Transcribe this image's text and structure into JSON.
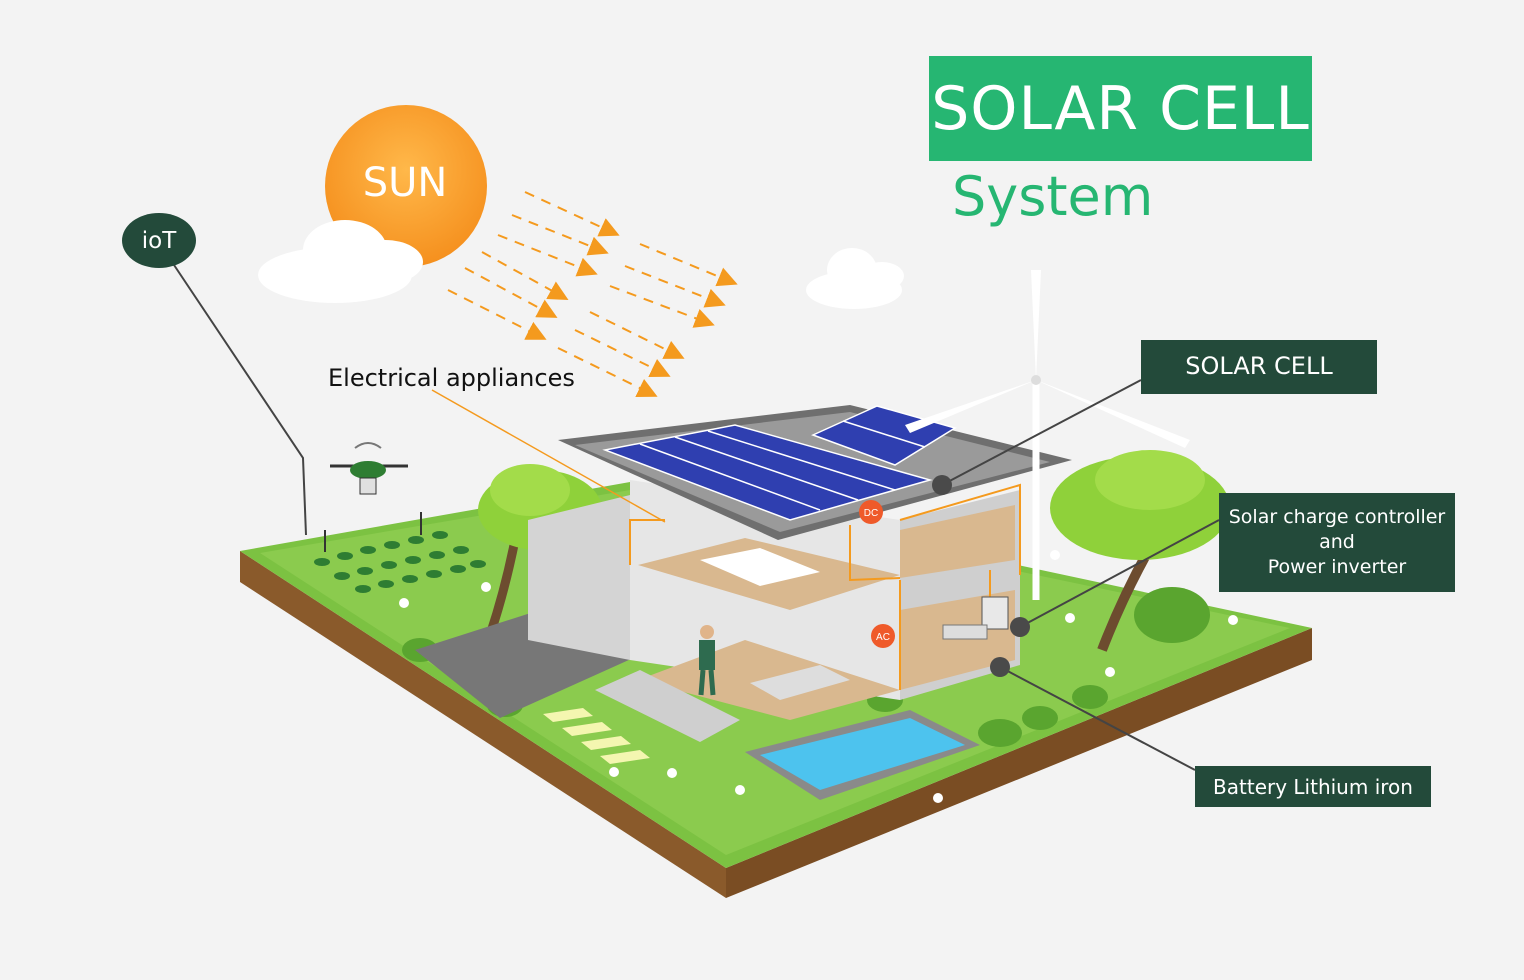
{
  "title": {
    "main": "SOLAR CELL",
    "sub": "System"
  },
  "labels": {
    "sun": "SUN",
    "iot": "ioT",
    "electrical_appliances": "Electrical appliances",
    "solar_cell": "SOLAR CELL",
    "controller": [
      "Solar charge controller",
      "and",
      "Power inverter"
    ],
    "battery": "Battery Lithium iron",
    "dc": "DC",
    "ac": "AC"
  },
  "colors": {
    "title_green": "#26b672",
    "label_dark": "#234a3a",
    "sun_orange": "#f5a02a",
    "arrow_orange": "#f49a1e",
    "grass": "#7cc242",
    "soil": "#8a5a2b",
    "panel_blue": "#2f3fb0",
    "pool": "#4dc3ee"
  }
}
